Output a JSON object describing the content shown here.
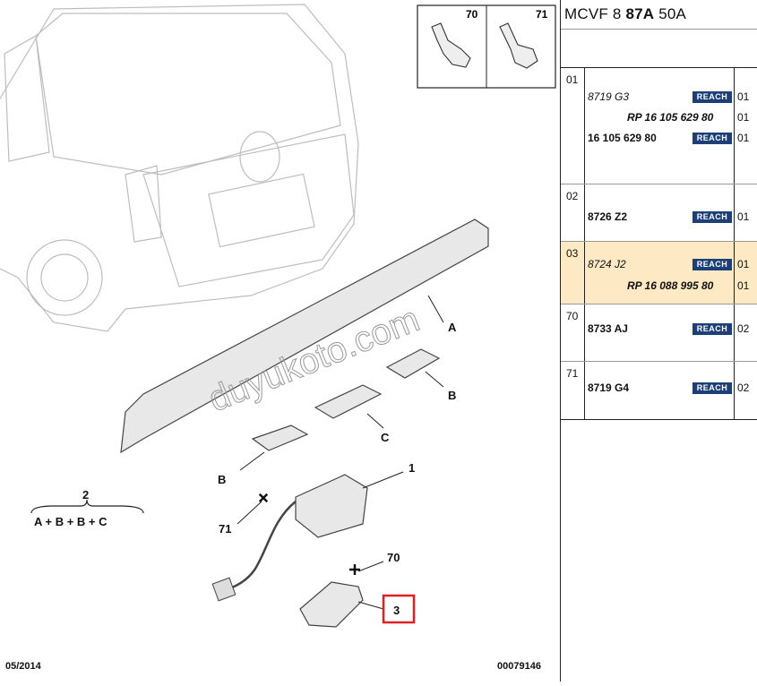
{
  "diagram": {
    "callouts": {
      "a": "A",
      "b": "B",
      "c": "C",
      "p1": "1",
      "p2": "2",
      "p3": "3",
      "p70": "70",
      "p71": "71"
    },
    "formula": "A + B + B + C",
    "watermark": "duyukoto.com",
    "screw_labels": [
      "70",
      "71"
    ],
    "date": "05/2014",
    "drawing_number": "00079146",
    "highlight_color": "#e02020"
  },
  "header": {
    "code_prefix": "MCVF 8 ",
    "code_bold": "87A",
    "code_suffix": " 50A"
  },
  "reach_label": "REACH",
  "rows": [
    {
      "num": "01",
      "lines": [
        {
          "ref": "8719 G3",
          "style": "italic",
          "reach": true,
          "qty": "01"
        },
        {
          "ref": "RP 16 105 629 80",
          "style": "rp",
          "reach": false,
          "qty": "01"
        },
        {
          "ref": "16 105 629 80",
          "style": "bold",
          "reach": true,
          "qty": "01"
        }
      ]
    },
    {
      "num": "02",
      "lines": [
        {
          "ref": "8726 Z2",
          "style": "bold",
          "reach": true,
          "qty": "01"
        }
      ]
    },
    {
      "num": "03",
      "highlight": true,
      "lines": [
        {
          "ref": "8724 J2",
          "style": "italic",
          "reach": true,
          "qty": "01"
        },
        {
          "ref": "RP 16 088 995 80",
          "style": "rp",
          "reach": false,
          "qty": "01"
        }
      ]
    },
    {
      "num": "70",
      "lines": [
        {
          "ref": "8733 AJ",
          "style": "bold",
          "reach": true,
          "qty": "02"
        }
      ]
    },
    {
      "num": "71",
      "lines": [
        {
          "ref": "8719 G4",
          "style": "bold",
          "reach": true,
          "qty": "02"
        }
      ]
    }
  ],
  "colors": {
    "reach_badge": "#1c3f78",
    "row_highlight": "#fde9c4"
  }
}
